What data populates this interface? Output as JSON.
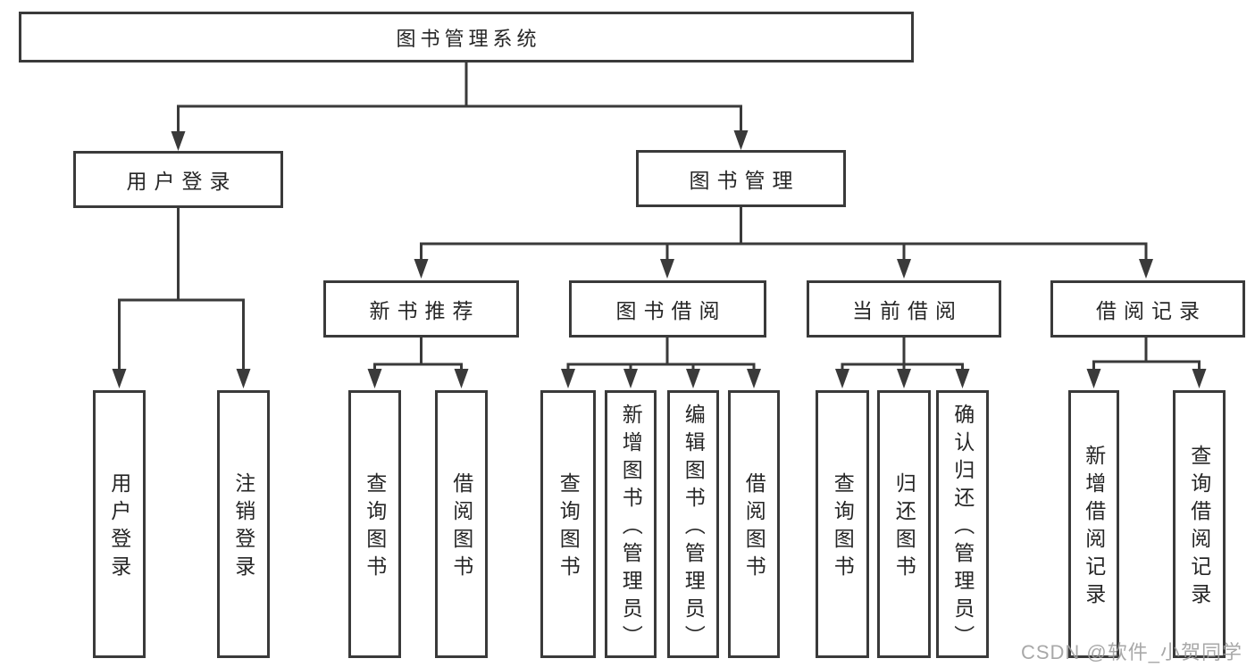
{
  "nodes": {
    "root": "图书管理系统",
    "user_login": "用户登录",
    "book_mgmt": "图书管理",
    "new_books": "新书推荐",
    "book_borrow": "图书借阅",
    "current_borrow": "当前借阅",
    "borrow_records": "借阅记录",
    "ul_login": "用户登录",
    "ul_logout": "注销登录",
    "nb_query": "查询图书",
    "nb_borrow": "借阅图书",
    "bb_query": "查询图书",
    "bb_add": "新增图书（管理员）",
    "bb_edit": "编辑图书（管理员）",
    "bb_borrow": "借阅图书",
    "cb_query": "查询图书",
    "cb_return": "归还图书",
    "cb_confirm": "确认归还（管理员）",
    "br_add": "新增借阅记录",
    "br_query": "查询借阅记录"
  },
  "watermark": "CSDN @软件_小贺同学"
}
